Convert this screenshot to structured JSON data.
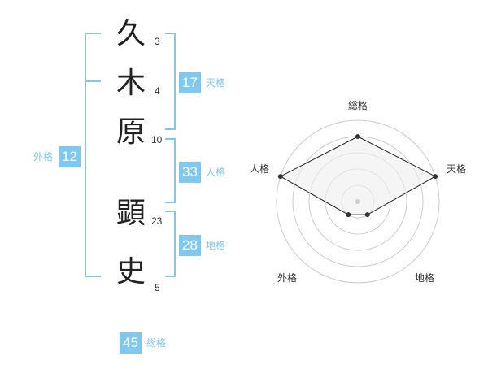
{
  "name": {
    "characters": [
      {
        "char": "久",
        "strokes": "3"
      },
      {
        "char": "木",
        "strokes": "4"
      },
      {
        "char": "原",
        "strokes": "10"
      },
      {
        "char": "顕",
        "strokes": "23"
      },
      {
        "char": "史",
        "strokes": "5"
      }
    ]
  },
  "fortunes": {
    "tenkaku": {
      "value": "17",
      "label": "天格"
    },
    "jinkaku": {
      "value": "33",
      "label": "人格"
    },
    "chikaku": {
      "value": "28",
      "label": "地格"
    },
    "gaikaku": {
      "value": "12",
      "label": "外格"
    },
    "soukaku": {
      "value": "45",
      "label": "総格"
    }
  },
  "radar": {
    "axes": [
      "総格",
      "天格",
      "地格",
      "外格",
      "人格"
    ],
    "values": [
      4,
      5,
      1,
      1,
      5
    ],
    "max": 6,
    "colors": {
      "ring": "#cccccc",
      "fill": "#eeeeee",
      "line": "#222222",
      "point": "#333333",
      "center": "#cccccc"
    }
  },
  "colors": {
    "accent": "#7fc8f0",
    "text": "#222222"
  }
}
